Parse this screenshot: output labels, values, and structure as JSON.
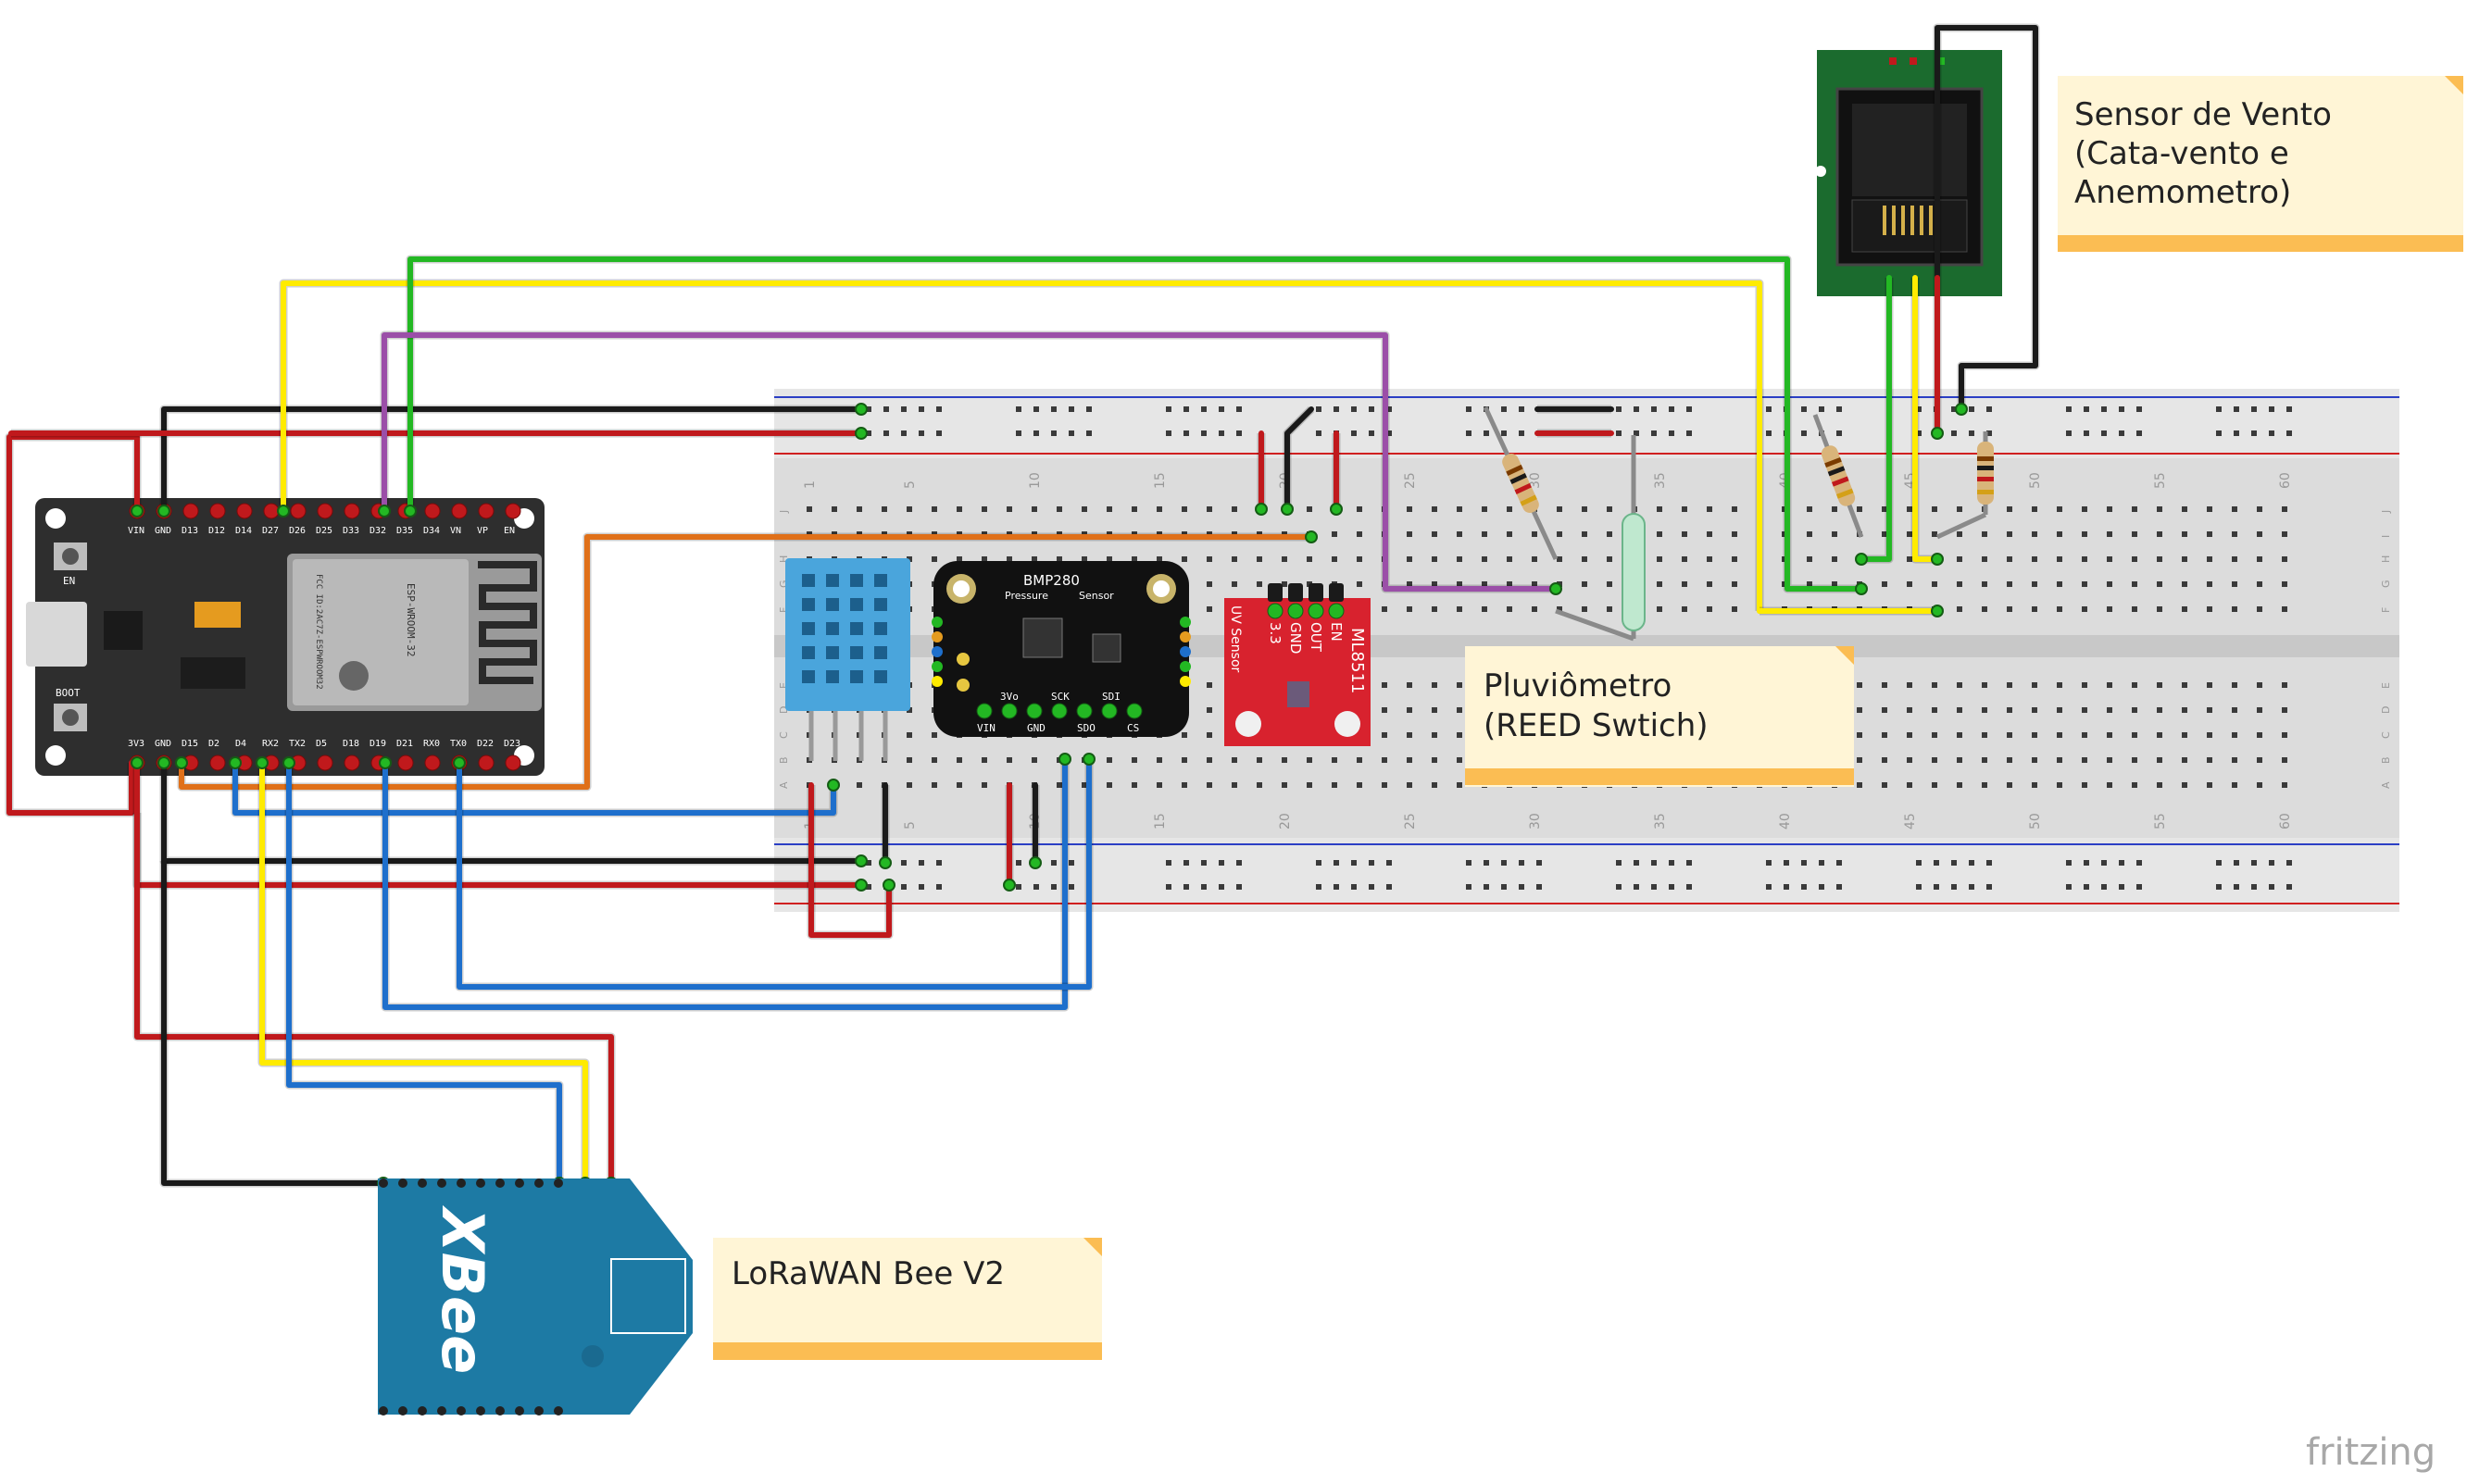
{
  "notes": {
    "wind": [
      "Sensor de Vento",
      "(Cata-vento e",
      "Anemometro)"
    ],
    "rain": [
      "Pluviômetro",
      "(REED Swtich)"
    ],
    "lora": [
      "LoRaWAN Bee V2"
    ]
  },
  "esp32": {
    "top_pins": [
      "VIN",
      "GND",
      "D13",
      "D12",
      "D14",
      "D27",
      "D26",
      "D25",
      "D33",
      "D32",
      "D35",
      "D34",
      "VN",
      "VP",
      "EN"
    ],
    "bottom_pins": [
      "3V3",
      "GND",
      "D15",
      "D2",
      "D4",
      "RX2",
      "TX2",
      "D5",
      "D18",
      "D19",
      "D21",
      "RX0",
      "TX0",
      "D22",
      "D23"
    ],
    "buttons": [
      "EN",
      "BOOT"
    ],
    "module_text": [
      "ESP-WROOM-32",
      "FCC ID:2AC7Z-ESPWROOM32"
    ]
  },
  "bmp280": {
    "title": "BMP280",
    "subtitle": [
      "Pressure",
      "Sensor"
    ],
    "pins_top": [
      "3Vo",
      "SCK",
      "SDI"
    ],
    "pins_bottom": [
      "VIN",
      "GND",
      "SDO",
      "CS"
    ]
  },
  "ml8511": {
    "title": "ML8511",
    "pins": [
      "EN",
      "OUT",
      "GND",
      "3.3"
    ],
    "side": "UV Sensor"
  },
  "xbee": {
    "logo": "XBee"
  },
  "breadboard": {
    "numbers": [
      "1",
      "5",
      "10",
      "15",
      "20",
      "25",
      "30",
      "35",
      "40",
      "45",
      "50",
      "55",
      "60"
    ],
    "rows_top": [
      "J",
      "I",
      "H",
      "G",
      "F"
    ],
    "rows_bottom": [
      "E",
      "D",
      "C",
      "B",
      "A"
    ]
  },
  "brand": "fritzing",
  "colors": {
    "wire_black": "#1a1a1a",
    "wire_red": "#c0191c",
    "wire_green": "#23b823",
    "wire_yellow": "#ffeb00",
    "wire_purple": "#9b4fa8",
    "wire_blue": "#1e6fcc",
    "wire_orange": "#e07019",
    "note_bg": "#fff5d6",
    "note_bar": "#fbbd53",
    "pcb_dark": "#333333",
    "pcb_green": "#1b6b2e",
    "xbee_blue": "#1d7aa4"
  }
}
